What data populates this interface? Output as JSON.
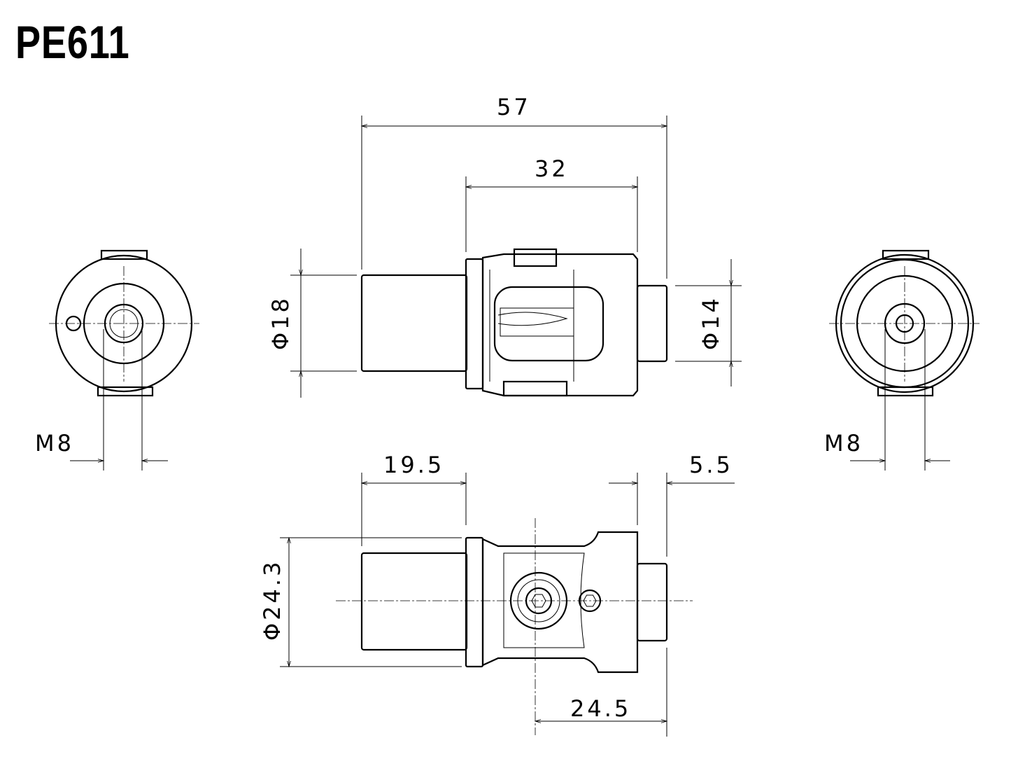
{
  "title": "PE611",
  "dimensions": {
    "overall_length": "57",
    "body_length": "32",
    "diameter_left": "Φ18",
    "diameter_right": "Φ14",
    "thread_left": "M8",
    "thread_right": "M8",
    "left_offset": "19.5",
    "right_offset": "5.5",
    "diameter_body": "Φ24.3",
    "pivot_offset": "24.5"
  }
}
